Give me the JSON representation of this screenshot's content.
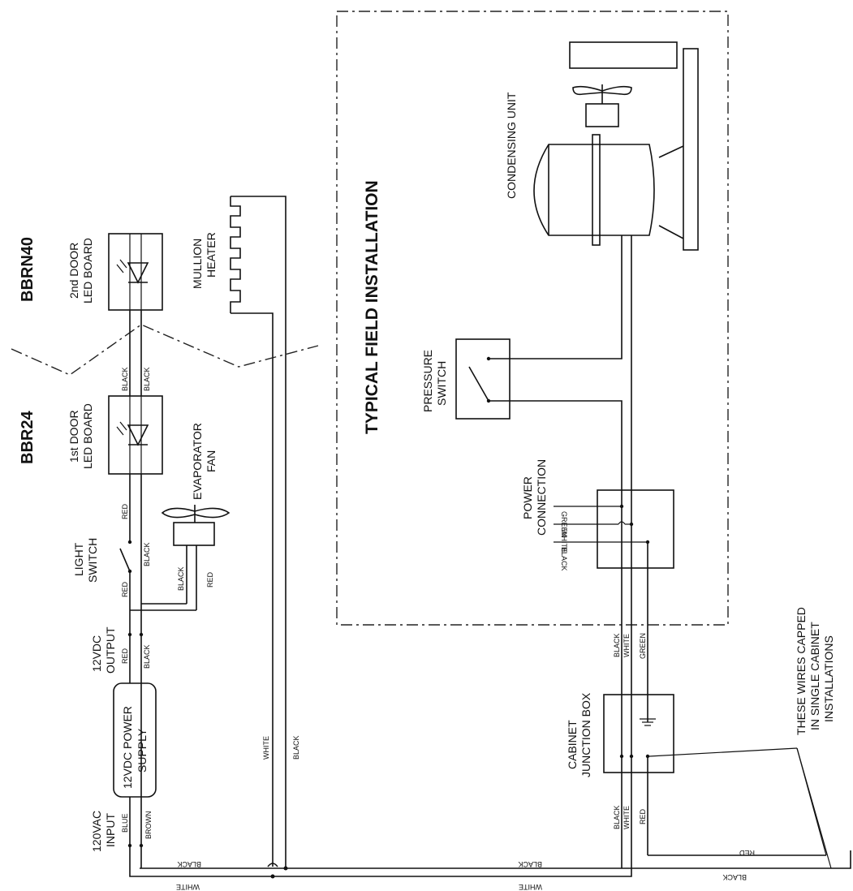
{
  "models": {
    "bbr40": "BBRN40",
    "bbr24": "BBR24"
  },
  "field_title": "TYPICAL FIELD INSTALLATION",
  "components": {
    "condensing_unit": "CONDENSING UNIT",
    "pressure_switch_1": "PRESSURE",
    "pressure_switch_2": "SWITCH",
    "power_connection_1": "POWER",
    "power_connection_2": "CONNECTION",
    "mullion_heater_1": "MULLION",
    "mullion_heater_2": "HEATER",
    "door2_led_1": "2nd DOOR",
    "door2_led_2": "LED BOARD",
    "door1_led_1": "1st DOOR",
    "door1_led_2": "LED BOARD",
    "evap_fan_1": "EVAPORATOR",
    "evap_fan_2": "FAN",
    "light_switch_1": "LIGHT",
    "light_switch_2": "SWITCH",
    "output_1": "12VDC",
    "output_2": "OUTPUT",
    "psu_1": "12VDC POWER",
    "psu_2": "SUPPLY",
    "input_1": "120VAC",
    "input_2": "INPUT",
    "junction_1": "CABINET",
    "junction_2": "JUNCTION BOX",
    "capped_1": "THESE WIRES CAPPED",
    "capped_2": "IN SINGLE CABINET",
    "capped_3": "INSTALLATIONS"
  },
  "wire_labels": {
    "black": "BLACK",
    "white": "WHITE",
    "red": "RED",
    "green": "GREEN",
    "blue": "BLUE",
    "brown": "BROWN"
  }
}
